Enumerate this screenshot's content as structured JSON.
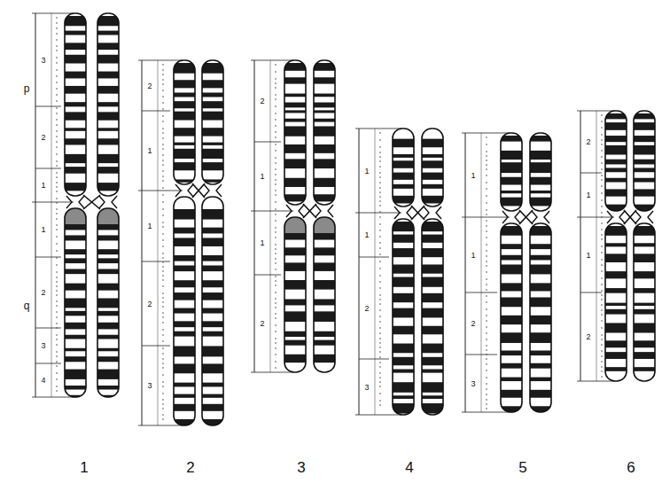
{
  "diagram": {
    "labels": [
      "p",
      "q",
      "3",
      "2",
      "1",
      "1",
      "2",
      "3",
      "4",
      "2",
      "1",
      "1",
      "2",
      "3",
      "2",
      "1",
      "1",
      "2",
      "1",
      "1",
      "2",
      "3",
      "1",
      "1",
      "2",
      "3",
      "2",
      "1",
      "1",
      "2",
      "1",
      "2",
      "3",
      "4",
      "5",
      "6"
    ]
  }
}
